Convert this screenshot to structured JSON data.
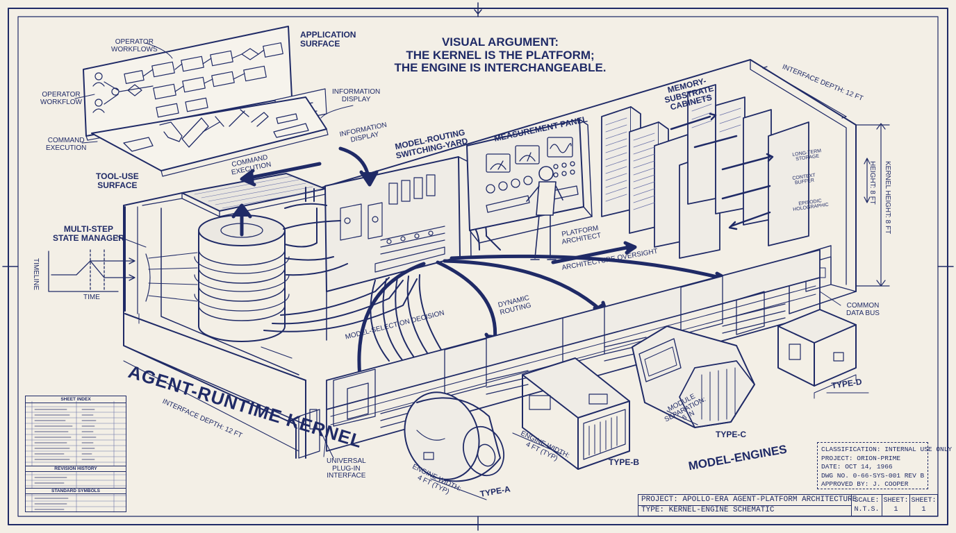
{
  "title": {
    "line1": "VISUAL ARGUMENT:",
    "line2": "THE KERNEL IS THE PLATFORM;",
    "line3": "THE ENGINE IS INTERCHANGEABLE."
  },
  "labels": {
    "application_surface": "APPLICATION\nSURFACE",
    "operator_workflows": "OPERATOR\nWORKFLOWS",
    "operator_workflow": "OPERATOR\nWORKFLOW",
    "information_display": "INFORMATION\nDISPLAY",
    "information_display_2": "INFORMATION\nDISPLAY",
    "command_execution": "COMMAND\nEXECUTION",
    "command_execution_2": "COMMAND\nEXECUTION",
    "tool_use_surface": "TOOL-USE\nSURFACE",
    "multi_step_state_manager": "MULTI-STEP\nSTATE MANAGER",
    "timeline": "TIMELINE",
    "time": "TIME",
    "model_routing_switching_yard": "MODEL-ROUTING\nSWITCHING-YARD",
    "measurement_panel": "MEASUREMENT PANEL",
    "memory_substrate_cabinets": "MEMORY-\nSUBSTRATE\nCABINETS",
    "interface_depth_top": "INTERFACE DEPTH: 12 FT",
    "interface_depth_left": "INTERFACE DEPTH: 12 FT",
    "kernel_height": "KERNEL HEIGHT: 8 FT",
    "height_8ft": "HEIGHT: 8 FT",
    "platform_architect": "PLATFORM\nARCHITECT",
    "architecture_oversight": "ARCHITECTURE OVERSIGHT",
    "dynamic_routing": "DYNAMIC\nROUTING",
    "model_selection_decision": "MODEL-SELECTION DECISION",
    "agent_runtime_kernel": "AGENT-RUNTIME KERNEL",
    "universal_plug_in_interface": "UNIVERSAL\nPLUG-IN\nINTERFACE",
    "common_data_bus": "COMMON\nDATA BUS",
    "long_term_storage": "LONG-TERM\nSTORAGE",
    "context_buffer": "CONTEXT\nBUFFER",
    "episodic_holographic": "EPISODIC\nHOLOGRAPHIC",
    "type_a": "TYPE-A",
    "type_b": "TYPE-B",
    "type_c": "TYPE-C",
    "type_d": "TYPE-D",
    "engine_width_a": "ENGINE WIDTH:\n4 FT (TYP)",
    "engine_width_b": "ENGINE WIDTH:\n4 FT (TYP)",
    "module_separation": "MODULE\nSEPARATION:\n6 IN",
    "model_engines": "MODEL-ENGINES"
  },
  "classification": {
    "line1": "CLASSIFICATION: INTERNAL USE ONLY",
    "line2": "PROJECT: ORION-PRIME",
    "line3": "DATE: OCT 14, 1966",
    "line4": "DWG NO. 0-66-SYS-001 REV B",
    "line5": "APPROVED BY: J. COOPER"
  },
  "title_block": {
    "project": "PROJECT: APOLLO-ERA AGENT-PLATFORM ARCHITECTURE",
    "type": "TYPE: KERNEL-ENGINE SCHEMATIC",
    "scale_label": "SCALE:",
    "scale_value": "N.T.S.",
    "sheet_label": "SHEET:",
    "sheet_value": "1",
    "sheets_label": "SHEET:",
    "sheets_value": "1"
  },
  "sheet_index": {
    "title": "SHEET INDEX",
    "revision_history": "REVISION HISTORY",
    "standard_symbols": "STANDARD SYMBOLS"
  },
  "colors": {
    "paper": "#f3efe6",
    "ink": "#1f2a66",
    "ink_light": "#6a72a8"
  }
}
